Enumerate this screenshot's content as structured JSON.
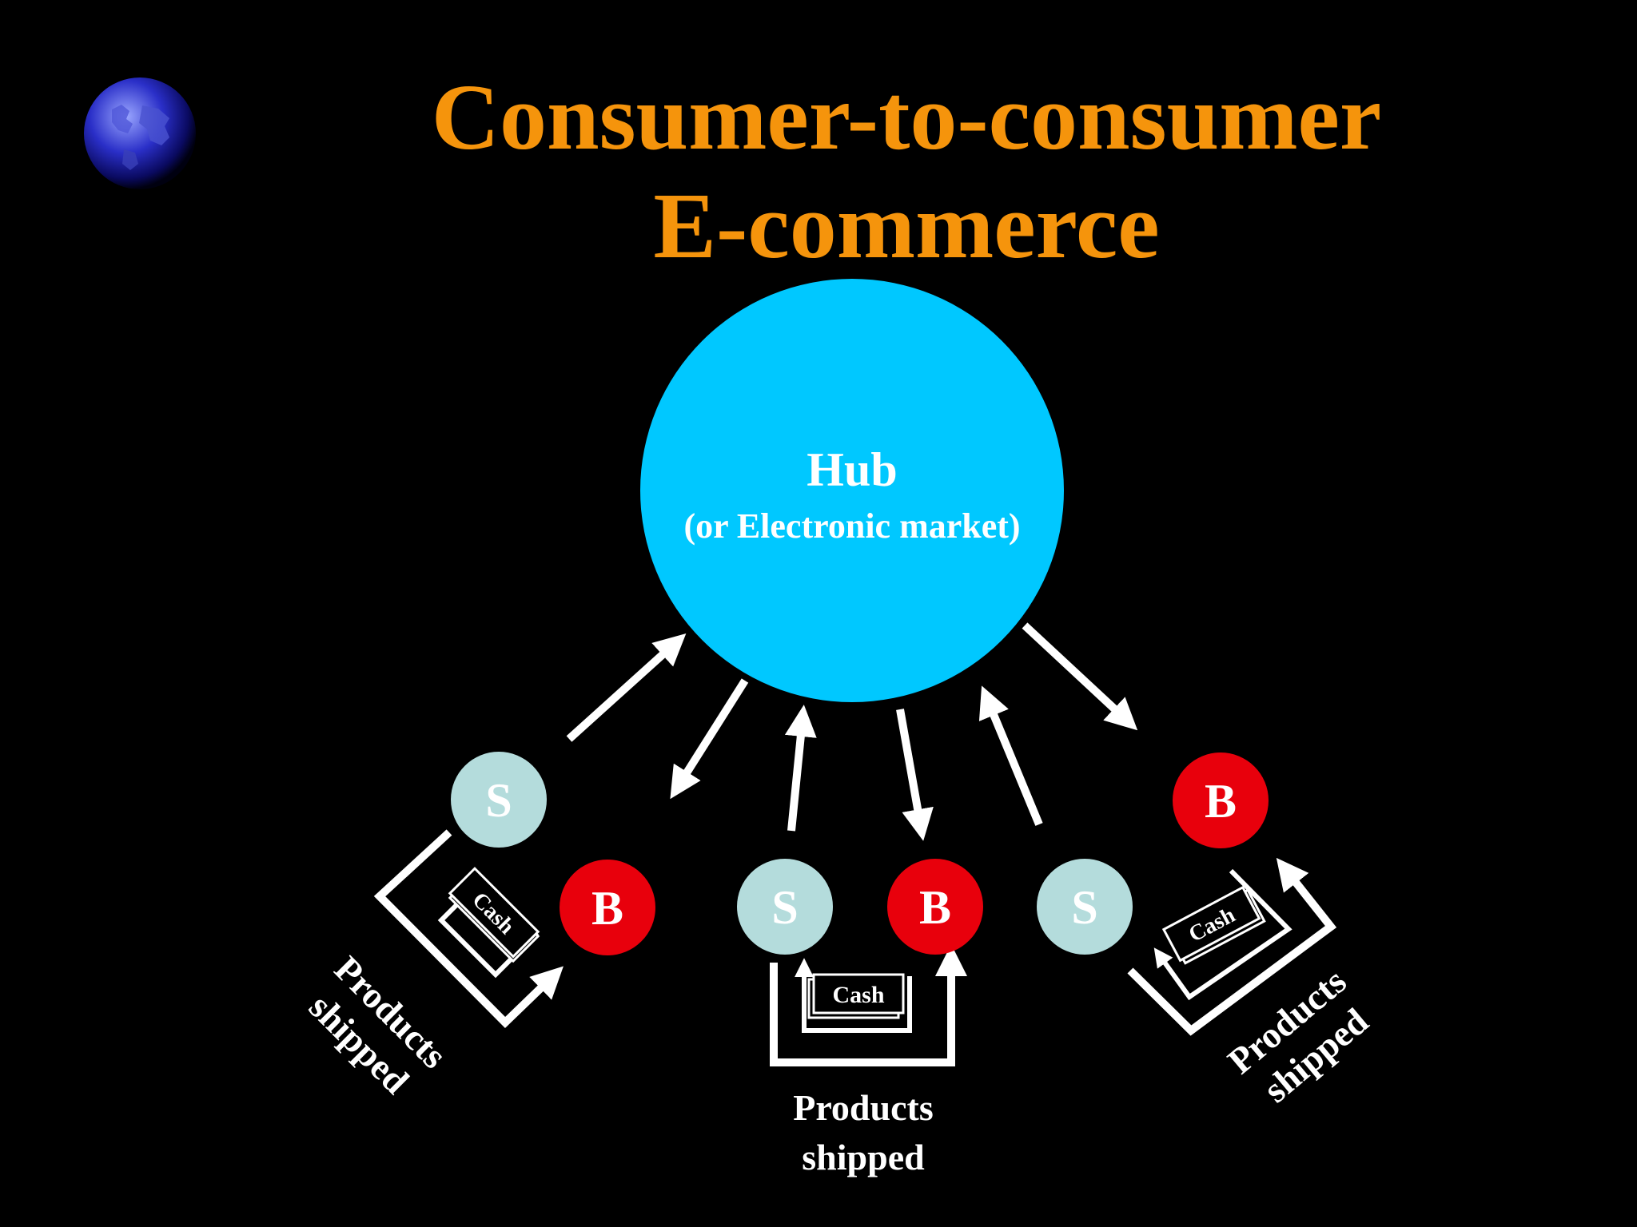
{
  "slide": {
    "title_line1": "Consumer-to-consumer",
    "title_line2": "E-commerce"
  },
  "hub": {
    "label": "Hub",
    "sublabel": "(or Electronic market)"
  },
  "nodes": {
    "seller": "S",
    "buyer": "B"
  },
  "flows": {
    "cash": "Cash",
    "products_line1": "Products",
    "products_line2": "shipped"
  },
  "colors": {
    "title": "#f5940c",
    "hub": "#00c8ff",
    "seller": "#b4dcdc",
    "buyer": "#e8000c",
    "background": "#000000"
  }
}
